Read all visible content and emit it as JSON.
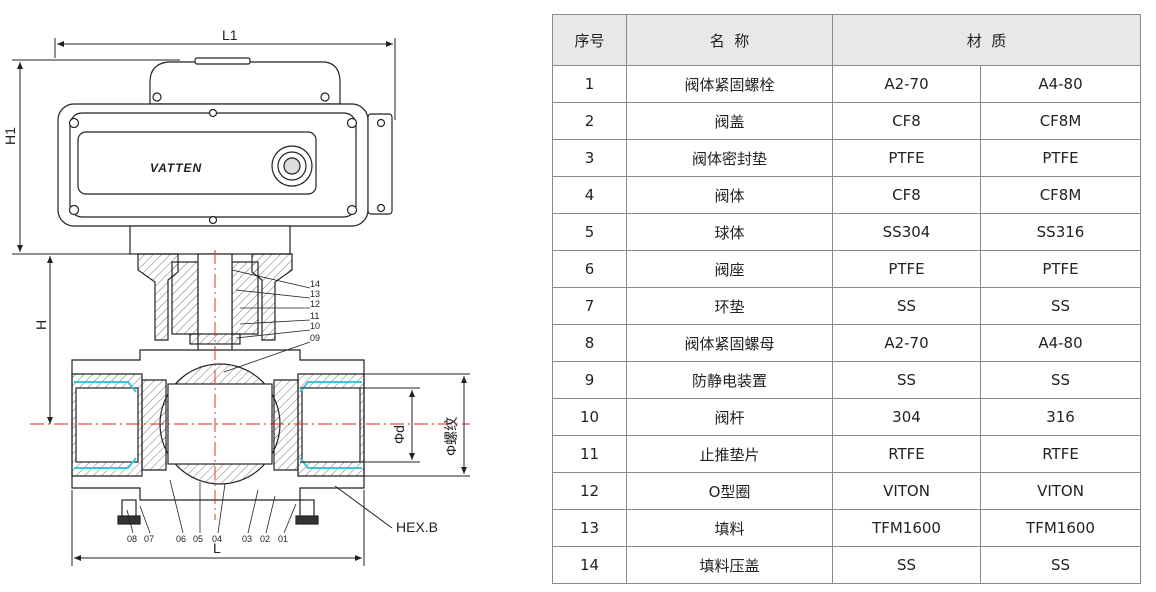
{
  "drawing": {
    "labels": {
      "L1": "L1",
      "H1": "H1",
      "H": "H",
      "L": "L",
      "phi_d": "Φd",
      "phi_thread": "Φ螺纹",
      "hex": "HEX.B",
      "brand": "VATTEN"
    },
    "part_numbers_right": [
      "14",
      "13",
      "12",
      "11",
      "10",
      "09"
    ],
    "part_numbers_bottom": [
      "08",
      "07",
      "06",
      "05",
      "04",
      "03",
      "02",
      "01"
    ]
  },
  "table": {
    "headers": {
      "no": "序号",
      "name": "名  称",
      "material": "材  质"
    },
    "rows": [
      {
        "no": "1",
        "name": "阀体紧固螺栓",
        "m1": "A2-70",
        "m2": "A4-80"
      },
      {
        "no": "2",
        "name": "阀盖",
        "m1": "CF8",
        "m2": "CF8M"
      },
      {
        "no": "3",
        "name": "阀体密封垫",
        "m1": "PTFE",
        "m2": "PTFE"
      },
      {
        "no": "4",
        "name": "阀体",
        "m1": "CF8",
        "m2": "CF8M"
      },
      {
        "no": "5",
        "name": "球体",
        "m1": "SS304",
        "m2": "SS316"
      },
      {
        "no": "6",
        "name": "阀座",
        "m1": "PTFE",
        "m2": "PTFE"
      },
      {
        "no": "7",
        "name": "环垫",
        "m1": "SS",
        "m2": "SS"
      },
      {
        "no": "8",
        "name": "阀体紧固螺母",
        "m1": "A2-70",
        "m2": "A4-80"
      },
      {
        "no": "9",
        "name": "防静电装置",
        "m1": "SS",
        "m2": "SS"
      },
      {
        "no": "10",
        "name": "阀杆",
        "m1": "304",
        "m2": "316"
      },
      {
        "no": "11",
        "name": "止推垫片",
        "m1": "RTFE",
        "m2": "RTFE"
      },
      {
        "no": "12",
        "name": "O型圈",
        "m1": "VITON",
        "m2": "VITON"
      },
      {
        "no": "13",
        "name": "填料",
        "m1": "TFM1600",
        "m2": "TFM1600"
      },
      {
        "no": "14",
        "name": "填料压盖",
        "m1": "SS",
        "m2": "SS"
      }
    ]
  }
}
